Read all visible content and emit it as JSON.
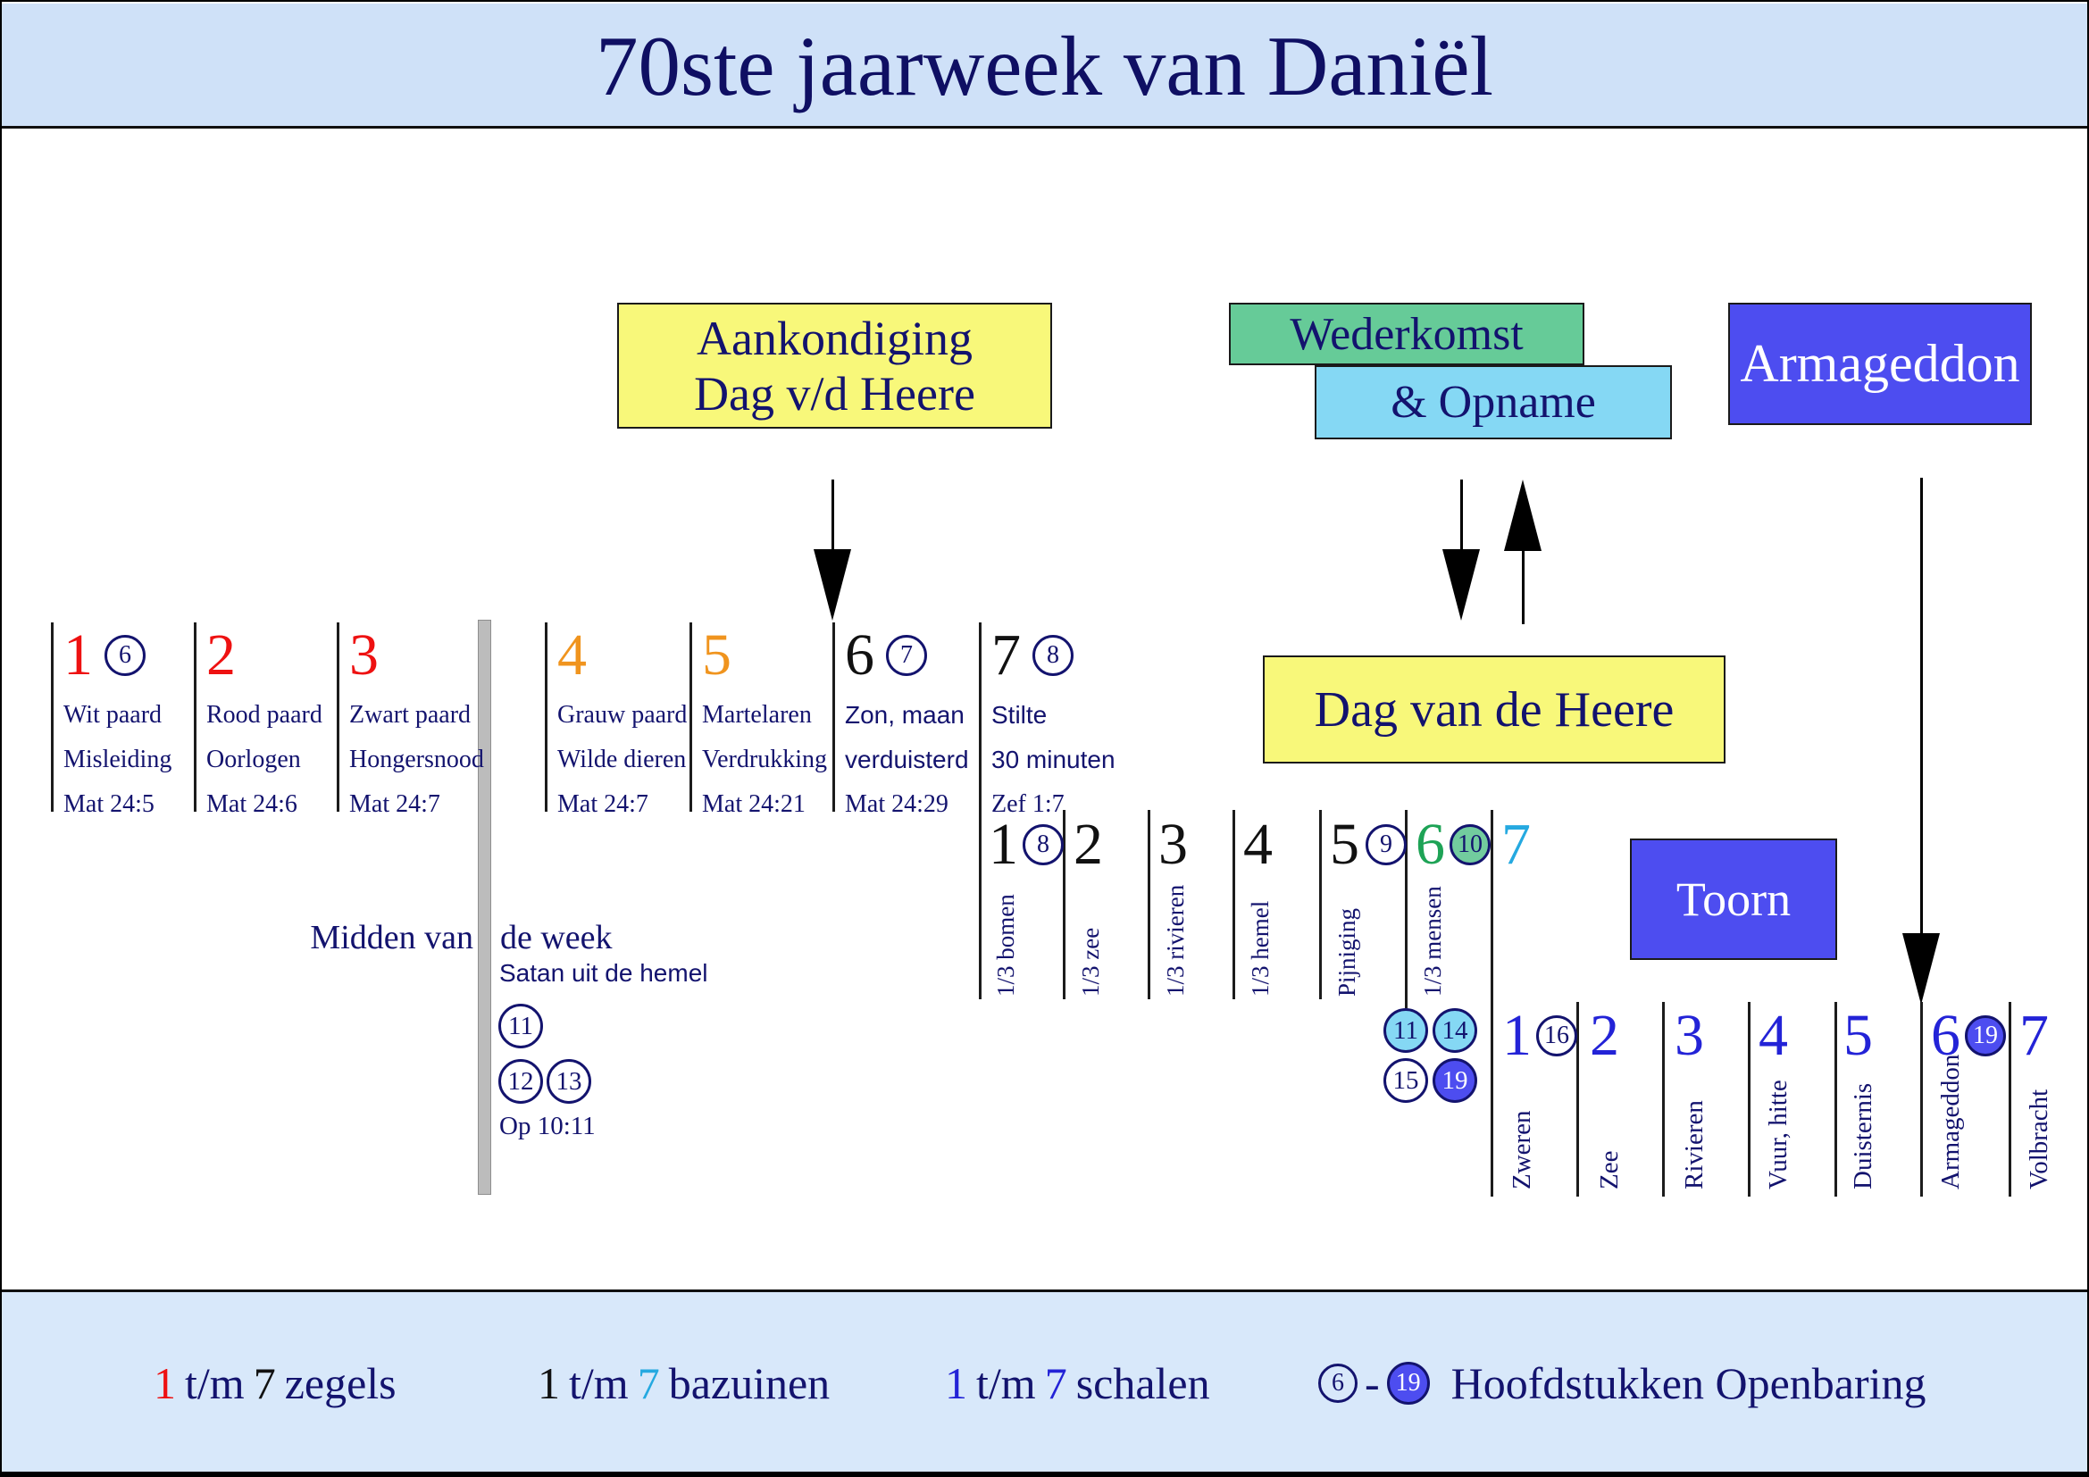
{
  "title": "70ste jaarweek van Daniël",
  "colors": {
    "navy": "#13136e",
    "red": "#ee1111",
    "orange": "#f0941e",
    "black": "#111111",
    "green": "#1ea356",
    "cyan": "#25a9e0",
    "blue": "#2323d7",
    "violet": "#4d4df0",
    "light_blue_fill": "#85d8f4",
    "green_fill": "#72cc9e",
    "yellow_fill": "#f8f87a",
    "panel_blue": "#cfe1f8",
    "gray_bar": "#bcbcbc"
  },
  "boxes": {
    "aankondiging_line1": "Aankondiging",
    "aankondiging_line2": "Dag v/d Heere",
    "wederkomst": "Wederkomst",
    "opname": "& Opname",
    "armageddon": "Armageddon",
    "dag_van_de_heere": "Dag van de Heere",
    "toorn": "Toorn"
  },
  "midweek": {
    "label_left": "Midden van",
    "label_right": "de week",
    "satan": "Satan uit de hemel",
    "chapter_circles": [
      "11",
      "12",
      "13"
    ],
    "reference": "Op 10:11"
  },
  "seals": {
    "items": [
      {
        "num": "1",
        "color": "red",
        "chapter": "6",
        "lines": [
          "Wit paard",
          "Misleiding",
          "Mat 24:5"
        ]
      },
      {
        "num": "2",
        "color": "red",
        "lines": [
          "Rood paard",
          "Oorlogen",
          "Mat 24:6"
        ]
      },
      {
        "num": "3",
        "color": "red",
        "lines": [
          "Zwart paard",
          "Hongersnood",
          "Mat 24:7"
        ]
      },
      {
        "num": "4",
        "color": "orange",
        "lines": [
          "Grauw paard",
          "Wilde dieren",
          "Mat 24:7"
        ]
      },
      {
        "num": "5",
        "color": "orange",
        "lines": [
          "Martelaren",
          "Verdrukking",
          "Mat 24:21"
        ]
      },
      {
        "num": "6",
        "color": "black",
        "chapter": "7",
        "lines": [
          "Zon, maan",
          "verduisterd",
          "Mat 24:29"
        ]
      },
      {
        "num": "7",
        "color": "black",
        "chapter": "8",
        "lines": [
          "Stilte",
          "30 minuten",
          "Zef 1:7"
        ]
      }
    ]
  },
  "trumpets": {
    "items": [
      {
        "num": "1",
        "color": "black",
        "chapter": "8",
        "label": "1/3 bomen"
      },
      {
        "num": "2",
        "color": "black",
        "label": "1/3 zee"
      },
      {
        "num": "3",
        "color": "black",
        "label": "1/3 rivieren"
      },
      {
        "num": "4",
        "color": "black",
        "label": "1/3 hemel"
      },
      {
        "num": "5",
        "color": "black",
        "chapter": "9",
        "label": "Pijniging"
      },
      {
        "num": "6",
        "color": "green",
        "chapter": "10",
        "label": "1/3 mensen"
      },
      {
        "num": "7",
        "color": "cyan",
        "label": ""
      }
    ]
  },
  "extra_chapters": {
    "row1": [
      "11",
      "14"
    ],
    "row2": [
      "15",
      "19"
    ]
  },
  "bowls": {
    "items": [
      {
        "num": "1",
        "chapter": "16",
        "label": "Zweren"
      },
      {
        "num": "2",
        "label": "Zee"
      },
      {
        "num": "3",
        "label": "Rivieren"
      },
      {
        "num": "4",
        "label": "Vuur, hitte"
      },
      {
        "num": "5",
        "label": "Duisternis"
      },
      {
        "num": "6",
        "chapter": "19",
        "label": "Armageddon"
      },
      {
        "num": "7",
        "label": "Volbracht"
      }
    ]
  },
  "legend": {
    "zegels": {
      "from": "1",
      "sep": "t/m",
      "to": "7",
      "label": "zegels"
    },
    "bazuinen": {
      "from": "1",
      "sep": "t/m",
      "to": "7",
      "label": "bazuinen"
    },
    "schalen": {
      "from": "1",
      "sep": "t/m",
      "to": "7",
      "label": "schalen"
    },
    "hoofdstukken": {
      "from": "6",
      "dash": "-",
      "to": "19",
      "label": "Hoofdstukken Openbaring"
    }
  }
}
